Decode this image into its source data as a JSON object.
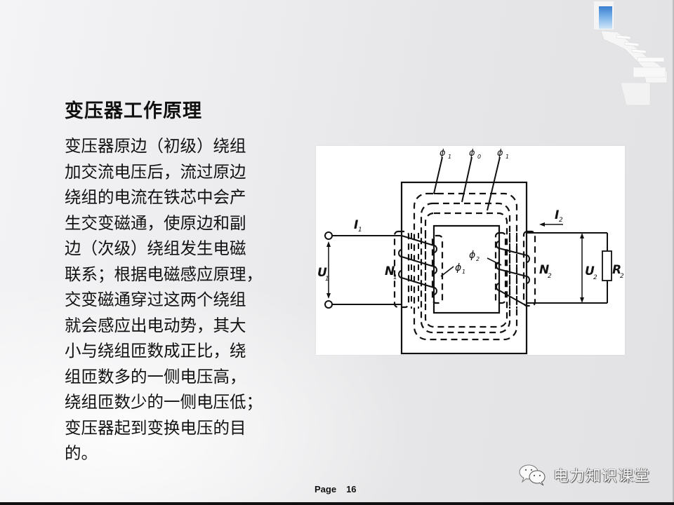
{
  "slide": {
    "title": "变压器工作原理",
    "body_lines": [
      "变压器原边（初级）绕组",
      "加交流电压后，流过原边",
      "绕组的电流在铁芯中会产",
      "生交变磁通，使原边和副",
      "边（次级）绕组发生电磁",
      "联系；根据电磁感应原理，",
      "交变磁通穿过这两个绕组",
      "就会感应出电动势，其大",
      "小与绕组匝数成正比，绕",
      "组匝数多的一侧电压高，",
      "绕组匝数少的一侧电压低；",
      "变压器起到变换电压的目",
      "的。"
    ],
    "figure": {
      "description": "transformer-diagram",
      "labels": {
        "phi_top_left": "ϕ",
        "phi_top_left_sub": "1",
        "phi_top_mid": "ϕ",
        "phi_top_mid_sub": "0",
        "phi_top_right": "ϕ",
        "phi_top_right_sub": "1",
        "I1": "I",
        "I1_sub": "1",
        "I2": "I",
        "I2_sub": "2",
        "U1": "U",
        "U1_sub": "1",
        "U2": "U",
        "U2_sub": "2",
        "N1": "N",
        "N1_sub": "1",
        "N2": "N",
        "N2_sub": "2",
        "R2": "R",
        "R2_sub": "2",
        "phi1_inner": "ϕ",
        "phi1_inner_sub": "1",
        "phi2_inner": "ϕ",
        "phi2_inner_sub": "2"
      }
    }
  },
  "footer": {
    "page_label": "Page",
    "page_number": "16"
  },
  "watermark": {
    "icon": "wechat-icon",
    "text": "电力知识课堂"
  },
  "decor": {
    "corner_image": "staircase-to-sky-icon"
  },
  "colors": {
    "text": "#111111",
    "background": "#ececee",
    "figure_bg": "#ffffff"
  }
}
